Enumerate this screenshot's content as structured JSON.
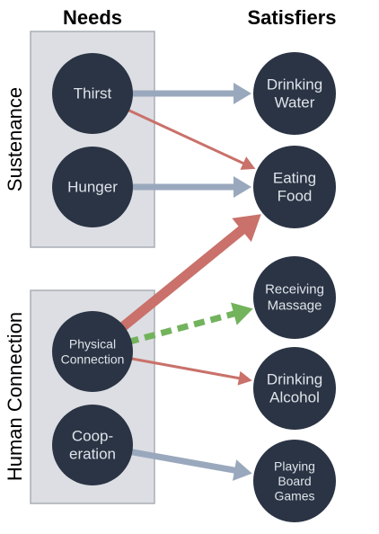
{
  "headers": {
    "needs": "Needs",
    "satisfiers": "Satisfiers"
  },
  "groups": [
    {
      "id": "sustenance",
      "label": "Sustenance"
    },
    {
      "id": "human",
      "label": "Human Connection"
    }
  ],
  "needs": [
    {
      "id": "thirst",
      "lines": [
        "Thirst"
      ]
    },
    {
      "id": "hunger",
      "lines": [
        "Hunger"
      ]
    },
    {
      "id": "physical",
      "lines": [
        "Physical",
        "Connection"
      ]
    },
    {
      "id": "coop",
      "lines": [
        "Coop-",
        "eration"
      ]
    }
  ],
  "satisfiers": [
    {
      "id": "water",
      "lines": [
        "Drinking",
        "Water"
      ]
    },
    {
      "id": "food",
      "lines": [
        "Eating",
        "Food"
      ]
    },
    {
      "id": "massage",
      "lines": [
        "Receiving",
        "Massage"
      ]
    },
    {
      "id": "alcohol",
      "lines": [
        "Drinking",
        "Alcohol"
      ]
    },
    {
      "id": "games",
      "lines": [
        "Playing",
        "Board",
        "Games"
      ]
    }
  ],
  "links": [
    {
      "from": "thirst",
      "to": "water",
      "kind": "gray"
    },
    {
      "from": "thirst",
      "to": "food",
      "kind": "red-thin"
    },
    {
      "from": "hunger",
      "to": "food",
      "kind": "gray"
    },
    {
      "from": "physical",
      "to": "food",
      "kind": "red-thick"
    },
    {
      "from": "physical",
      "to": "massage",
      "kind": "green-dashed"
    },
    {
      "from": "physical",
      "to": "alcohol",
      "kind": "red-thin"
    },
    {
      "from": "coop",
      "to": "games",
      "kind": "gray"
    }
  ],
  "colors": {
    "node": "#2a3444",
    "node_text": "#dfe3ea",
    "group_fill": "#dcdee3",
    "group_stroke": "#a9adb5",
    "gray": "#9aa8bd",
    "red": "#c9716a",
    "green": "#72b35c"
  }
}
